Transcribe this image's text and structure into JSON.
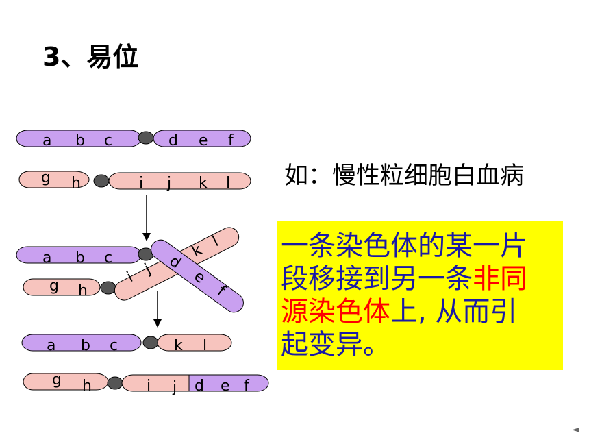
{
  "title": "3、易位",
  "example_text": "如：慢性粒细胞白血病",
  "definition": {
    "line1": "一条染色体的某一片",
    "line2_part1": "段移接到另一条",
    "line2_part2": "非同",
    "line3_part1": "源染色体",
    "line3_part2": "上, 从而引",
    "line4": "起变异。"
  },
  "genes": {
    "chr1_top": [
      "a",
      "b",
      "c",
      "d",
      "e",
      "f"
    ],
    "chr2_top": [
      "g",
      "h",
      "i",
      "j",
      "k",
      "l"
    ],
    "mid_upper": [
      "a",
      "b",
      "c"
    ],
    "mid_cross_a": [
      "k",
      "l"
    ],
    "mid_cross_b": [
      "d",
      "e",
      "f"
    ],
    "mid_lower": [
      "g",
      "h",
      "i",
      "j"
    ],
    "res_upper": [
      "a",
      "b",
      "c",
      "k",
      "l"
    ],
    "res_lower": [
      "g",
      "h",
      "i",
      "j",
      "d",
      "e",
      "f"
    ]
  },
  "colors": {
    "purple": "#c9a0f0",
    "pink": "#f7c4be",
    "centromere": "#555555",
    "highlight_box": "#ffff00",
    "def_text": "#1a1aa6",
    "def_red": "#ff0000"
  },
  "nav_icon": "prev-slide-icon"
}
